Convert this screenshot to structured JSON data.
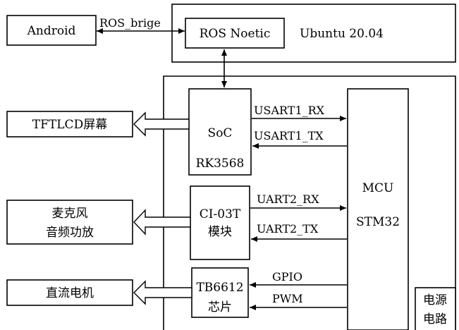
{
  "nodes": {
    "android": "Android",
    "ros_noetic": "ROS Noetic",
    "ubuntu": "Ubuntu 20.04",
    "soc_line1": "SoC",
    "soc_line2": "RK3568",
    "ci03t_line1": "CI-03T",
    "ci03t_line2": "模块",
    "tb6612_line1": "TB6612",
    "tb6612_line2": "芯片",
    "mcu_line1": "MCU",
    "mcu_line2": "STM32",
    "tftlcd": "TFTLCD屏幕",
    "speaker_line1": "麦克风",
    "speaker_line2": "音频功放",
    "motor": "直流电机",
    "power_line1": "电源",
    "power_line2": "电路"
  },
  "edges": {
    "ros_bridge": "ROS_brige",
    "usart1_rx": "USART1_RX",
    "usart1_tx": "USART1_TX",
    "uart2_rx": "UART2_RX",
    "uart2_tx": "UART2_TX",
    "gpio": "GPIO",
    "pwm": "PWM"
  }
}
